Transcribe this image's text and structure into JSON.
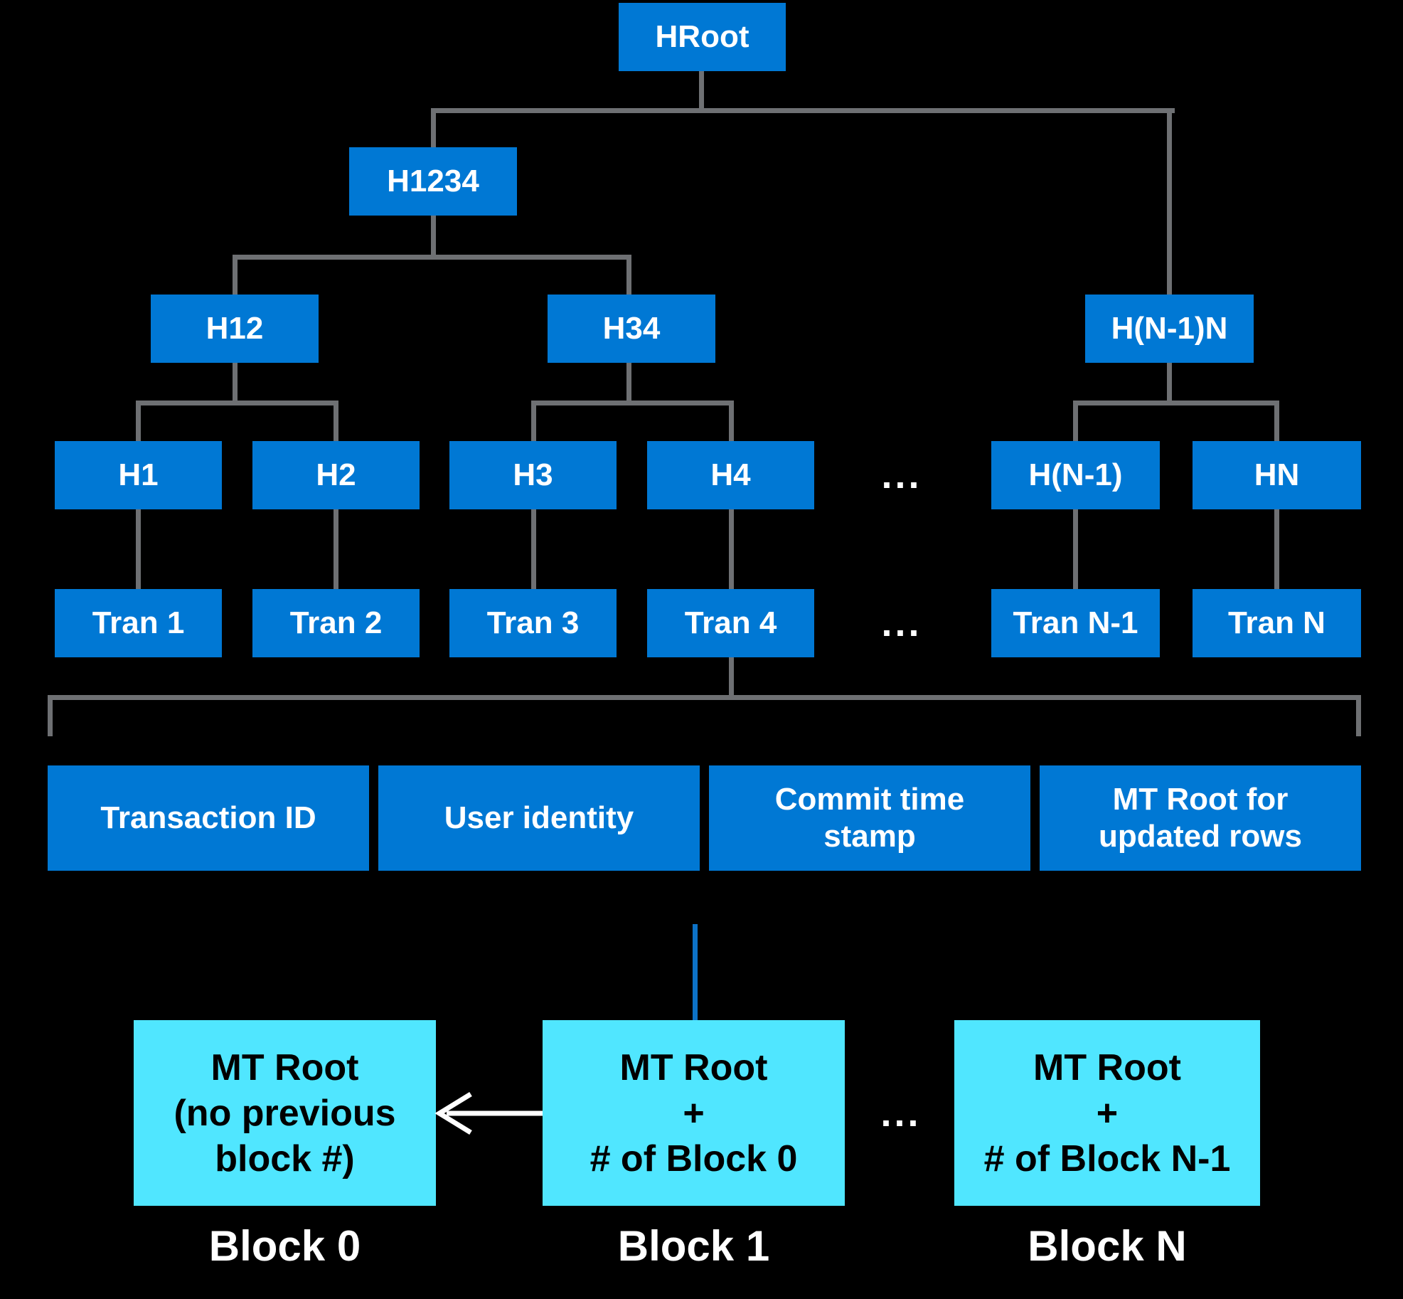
{
  "colors": {
    "background": "#000000",
    "node_blue": "#0078D4",
    "block_cyan": "#50E6FF",
    "connector_gray": "#6E7073",
    "connector_blue": "#0C72C7",
    "text_white": "#FFFFFF",
    "text_black": "#000000"
  },
  "tree": {
    "hroot": "HRoot",
    "h1234": "H1234",
    "h12": "H12",
    "h34": "H34",
    "hn1n": "H(N-1)N",
    "h1": "H1",
    "h2": "H2",
    "h3": "H3",
    "h4": "H4",
    "hn1": "H(N-1)",
    "hn": "HN",
    "tran1": "Tran 1",
    "tran2": "Tran 2",
    "tran3": "Tran 3",
    "tran4": "Tran 4",
    "trann1": "Tran N-1",
    "trann": "Tran N",
    "ellipsis_hashes": "...",
    "ellipsis_trans": "..."
  },
  "record": {
    "cell1": "Transaction ID",
    "cell2": "User identity",
    "cell3": "Commit time\nstamp",
    "cell4": "MT Root for\nupdated rows"
  },
  "blocks": {
    "block0": {
      "box": "MT Root\n(no previous\nblock #)",
      "caption": "Block 0"
    },
    "block1": {
      "box": "MT Root\n+\n# of Block 0",
      "caption": "Block 1"
    },
    "blockn": {
      "box": "MT Root\n+\n# of Block N-1",
      "caption": "Block N"
    },
    "ellipsis": "..."
  }
}
